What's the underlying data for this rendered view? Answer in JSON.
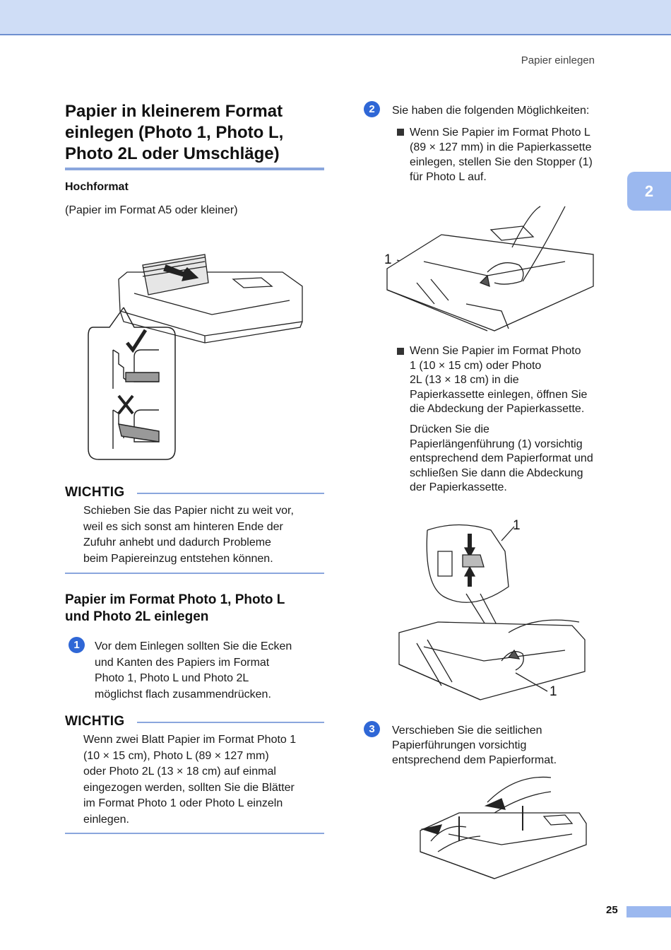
{
  "header": {
    "running_title": "Papier einlegen"
  },
  "chapter_tab": "2",
  "left": {
    "heading": [
      "Papier in kleinerem Format",
      "einlegen (Photo 1, Photo L,",
      "Photo 2L oder Umschläge)"
    ],
    "subheading": "Hochformat",
    "subnote": "(Papier im Format A5 oder kleiner)",
    "wichtig1": {
      "title": "WICHTIG",
      "lines": [
        "Schieben Sie das Papier nicht zu weit vor,",
        "weil es sich sonst am hinteren Ende der",
        "Zufuhr anhebt und dadurch Probleme",
        "beim Papiereinzug entstehen können."
      ]
    },
    "section_heading": [
      "Papier im Format Photo 1, Photo L",
      "und Photo 2L einlegen"
    ],
    "step1": {
      "number": "1",
      "lines": [
        "Vor dem Einlegen sollten Sie die Ecken",
        "und Kanten des Papiers im Format",
        "Photo 1, Photo L und Photo 2L",
        "möglichst flach zusammendrücken."
      ]
    },
    "wichtig2": {
      "title": "WICHTIG",
      "lines": [
        "Wenn zwei Blatt Papier im Format Photo 1",
        "(10 × 15 cm), Photo L (89 × 127 mm)",
        "oder Photo 2L (13 × 18 cm) auf einmal",
        "eingezogen werden, sollten Sie die Blätter",
        "im Format Photo 1 oder Photo L einzeln",
        "einlegen."
      ]
    }
  },
  "right": {
    "step2": {
      "number": "2",
      "intro": "Sie haben die folgenden Möglichkeiten:",
      "bullet1": [
        "Wenn Sie Papier im Format Photo L",
        "(89 × 127 mm) in die Papierkassette",
        "einlegen, stellen Sie den Stopper (1)",
        "für Photo L auf."
      ],
      "callout_a": "1",
      "bullet2": [
        "Wenn Sie Papier im Format Photo",
        "1 (10 × 15 cm) oder Photo",
        "2L (13 × 18 cm) in die",
        "Papierkassette einlegen, öffnen Sie",
        "die Abdeckung der Papierkassette."
      ],
      "bullet2_followup": [
        "Drücken Sie die",
        "Papierlängenführung (1) vorsichtig",
        "entsprechend dem Papierformat und",
        "schließen Sie dann die Abdeckung",
        "der Papierkassette."
      ],
      "callout_b": "1",
      "callout_c": "1"
    },
    "step3": {
      "number": "3",
      "lines": [
        "Verschieben Sie die seitlichen",
        "Papierführungen vorsichtig",
        "entsprechend dem Papierformat."
      ]
    }
  },
  "footer": {
    "page_number": "25"
  },
  "colors": {
    "accent": "#8aa6dd",
    "step_blue": "#2f67d6",
    "band": "#cfddf6"
  }
}
